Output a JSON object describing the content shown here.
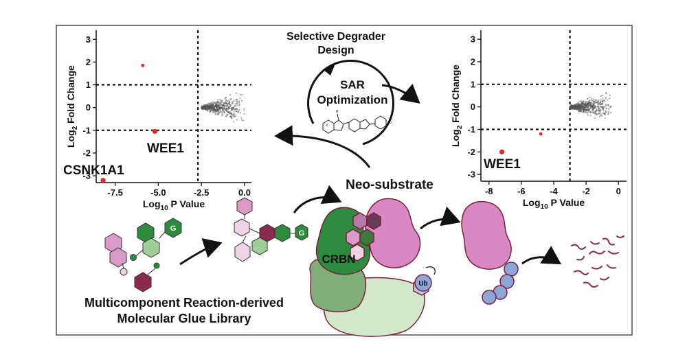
{
  "title": {
    "line1": "Selective Degrader",
    "line2": "Design"
  },
  "cycle": {
    "line1": "SAR",
    "line2": "Optimization"
  },
  "neo_substrate": "Neo-substrate",
  "crbn": "CRBN",
  "ub": "Ub",
  "library": {
    "line1": "Multicomponent Reaction-derived",
    "line2": "Molecular Glue Library"
  },
  "g_badge": "G",
  "colors": {
    "outlier": "#e0262a",
    "bulk": "#555555",
    "crbn_dark": "#2e8b3e",
    "crbn_mid": "#7fae7a",
    "crbn_light": "#d3e8c9",
    "neo_pink": "#d889c4",
    "ub_blue": "#8fa6d9",
    "mol_pink": "#d99ac9",
    "mol_maroon": "#8b2a4f",
    "frame": "#333333"
  },
  "chart_data": [
    {
      "type": "scatter",
      "title": "",
      "xlabel": "Log10 P Value",
      "ylabel": "Log2 Fold Change",
      "xlim": [
        -8.6,
        0.4
      ],
      "ylim": [
        -3.3,
        3.4
      ],
      "x_ticks": [
        "-7.5",
        "-5.0",
        "-2.5",
        "0.0"
      ],
      "x_tick_values": [
        -7.5,
        -5.0,
        -2.5,
        0.0
      ],
      "y_ticks": [
        "3",
        "2",
        "1",
        "0",
        "-1",
        "-2",
        "-3"
      ],
      "y_tick_values": [
        3,
        2,
        1,
        0,
        -1,
        -2,
        -3
      ],
      "thresholds": {
        "x": -2.7,
        "y": [
          1,
          -1
        ]
      },
      "bulk_range": {
        "x": [
          -2.5,
          0.0
        ],
        "y": [
          -1.0,
          1.0
        ]
      },
      "highlighted": [
        {
          "label": "",
          "x": -5.9,
          "y": 1.85
        },
        {
          "label": "WEE1",
          "x": -5.2,
          "y": -1.05
        },
        {
          "label": "CSNK1A1",
          "x": -8.2,
          "y": -3.2
        }
      ]
    },
    {
      "type": "scatter",
      "title": "",
      "xlabel": "Log10 P Value",
      "ylabel": "Log2 Fold Change",
      "xlim": [
        -8.5,
        0.5
      ],
      "ylim": [
        -3.3,
        3.4
      ],
      "x_ticks": [
        "-8",
        "-6",
        "-4",
        "-2",
        "0"
      ],
      "x_tick_values": [
        -8,
        -6,
        -4,
        -2,
        0
      ],
      "y_ticks": [
        "3",
        "2",
        "1",
        "0",
        "-1",
        "-2",
        "-3"
      ],
      "y_tick_values": [
        3,
        2,
        1,
        0,
        -1,
        -2,
        -3
      ],
      "thresholds": {
        "x": -3.0,
        "y": [
          1,
          -1
        ]
      },
      "bulk_range": {
        "x": [
          -3.0,
          -0.4
        ],
        "y": [
          -1.0,
          1.0
        ]
      },
      "highlighted": [
        {
          "label": "WEE1",
          "x": -7.2,
          "y": -2.0
        },
        {
          "label": "",
          "x": -4.8,
          "y": -1.2
        }
      ]
    }
  ]
}
